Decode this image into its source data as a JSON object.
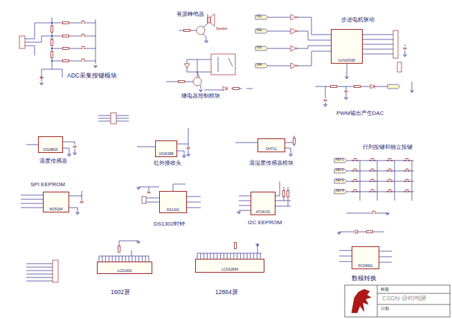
{
  "diagram": {
    "nodes": [
      {
        "text": [
          "ULN2003D"
        ]
      },
      {
        "text": [
          "DS18B20"
        ]
      },
      {
        "text": [
          "VS1838B"
        ]
      },
      {
        "text": [
          "DHT11"
        ]
      },
      {
        "text": [
          "W25Q64"
        ]
      },
      {
        "text": [
          "DS1302"
        ]
      },
      {
        "text": [
          "AT24C02"
        ]
      },
      {
        "text": [
          "PCF8591"
        ]
      },
      {
        "text": [
          "LCD1602"
        ]
      },
      {
        "text": [
          "LCD12864"
        ]
      }
    ],
    "labels": [
      "ADC采集按键模块",
      "有源蜂鸣器",
      "步进电机驱动",
      "继电器控制模块",
      "PWM输出产生DAC",
      "温度传感器",
      "红外接收头",
      "温湿度传感器模块",
      "行列按键和独立按键",
      "SPI EEPROM",
      "DS1302时钟",
      "I2C EEPROM",
      "1602屏",
      "12864屏",
      "数模转换",
      "Speaker",
      "IN1",
      "IN2",
      "IN3",
      "IN4",
      "KEY1",
      "KEY2",
      "KEY3",
      "KEY4",
      "标题",
      "CSDN @钧鸣陋",
      "日期"
    ]
  }
}
